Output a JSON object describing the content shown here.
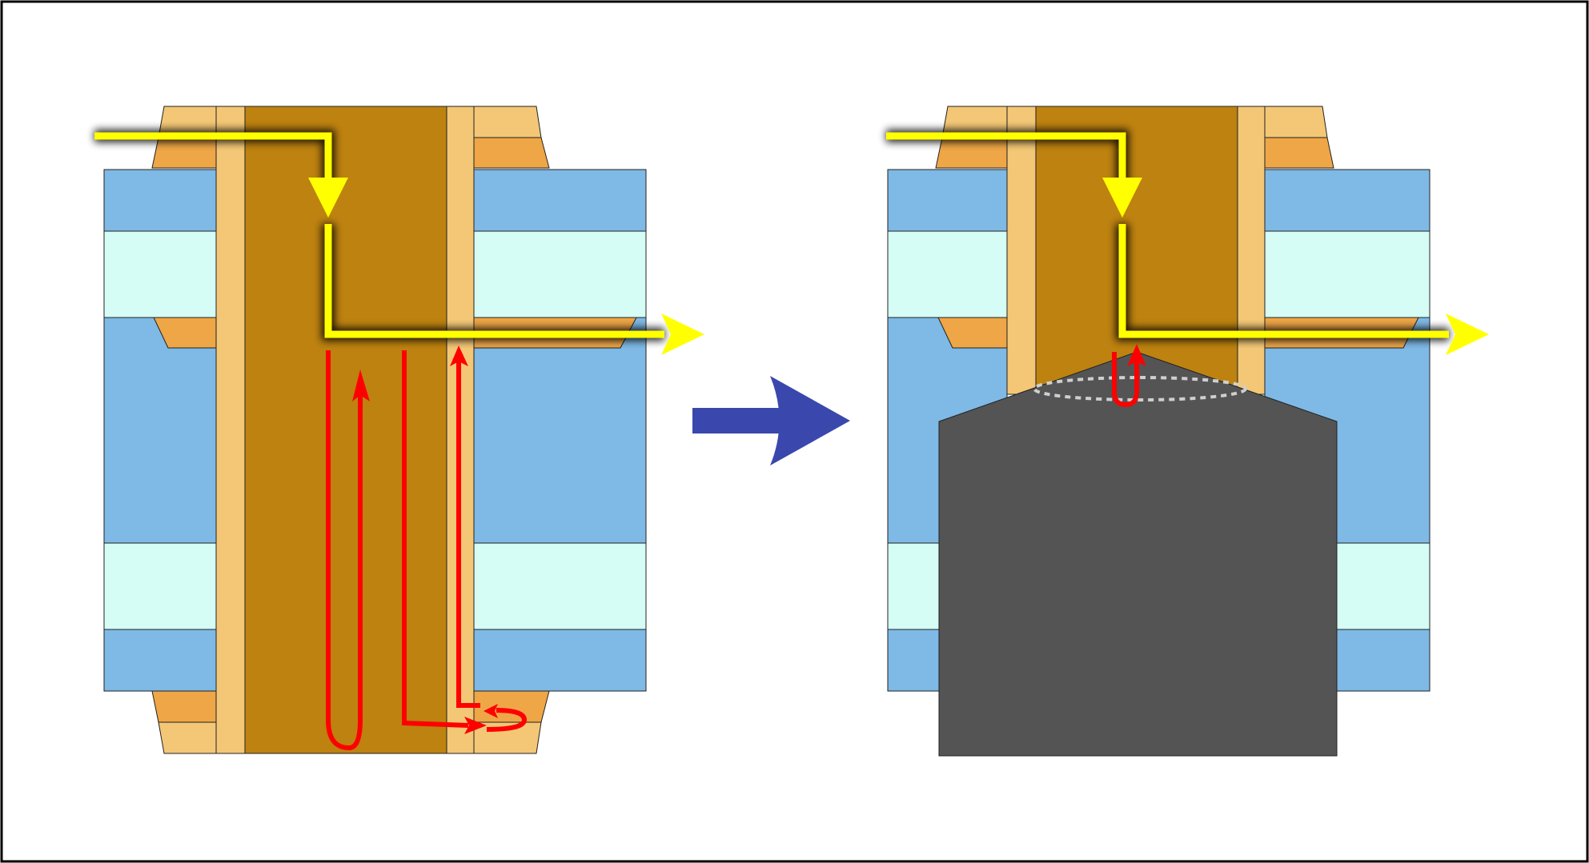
{
  "diagram": {
    "colors": {
      "frame": "#000000",
      "background": "#ffffff",
      "dielectric_blue": "#7fb9e5",
      "dielectric_cyan": "#d5fcf5",
      "plating_light": "#f3c776",
      "pad_orange": "#eea647",
      "via_core": "#bd8210",
      "signal_path": "#ffff00",
      "stub_reflection": "#ff0000",
      "transition_arrow": "#3a48ad",
      "backdrill_tool": "#545454",
      "dotted_outline": "#cfcfcf"
    },
    "panels": [
      {
        "id": "before",
        "state": "stub-present"
      },
      {
        "id": "after",
        "state": "back-drilled"
      }
    ],
    "arrow_icon": "right-arrow-icon"
  }
}
